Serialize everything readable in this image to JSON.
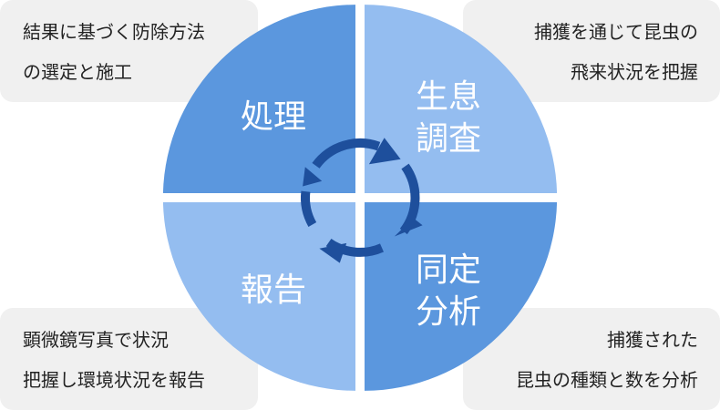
{
  "quadrants": {
    "top_left": {
      "label": "処理",
      "color": "#5b97de"
    },
    "top_right": {
      "lines": [
        "生息",
        "調査"
      ],
      "color": "#94bdf0"
    },
    "bottom_left": {
      "label": "報告",
      "color": "#94bdf0"
    },
    "bottom_right": {
      "lines": [
        "同定",
        "分析"
      ],
      "color": "#5b97de"
    }
  },
  "cycle_arrow": {
    "color": "#1e4f9c"
  },
  "notes": {
    "top_left": {
      "lines": [
        "結果に基づく防除方法",
        "の選定と施工"
      ]
    },
    "top_right": {
      "lines": [
        "捕獲を通じて昆虫の",
        "飛来状況を把握"
      ]
    },
    "bottom_left": {
      "lines": [
        "顕微鏡写真で状況",
        "把握し環境状況を報告"
      ]
    },
    "bottom_right": {
      "lines": [
        "捕獲された",
        "昆虫の種類と数を分析"
      ]
    }
  }
}
